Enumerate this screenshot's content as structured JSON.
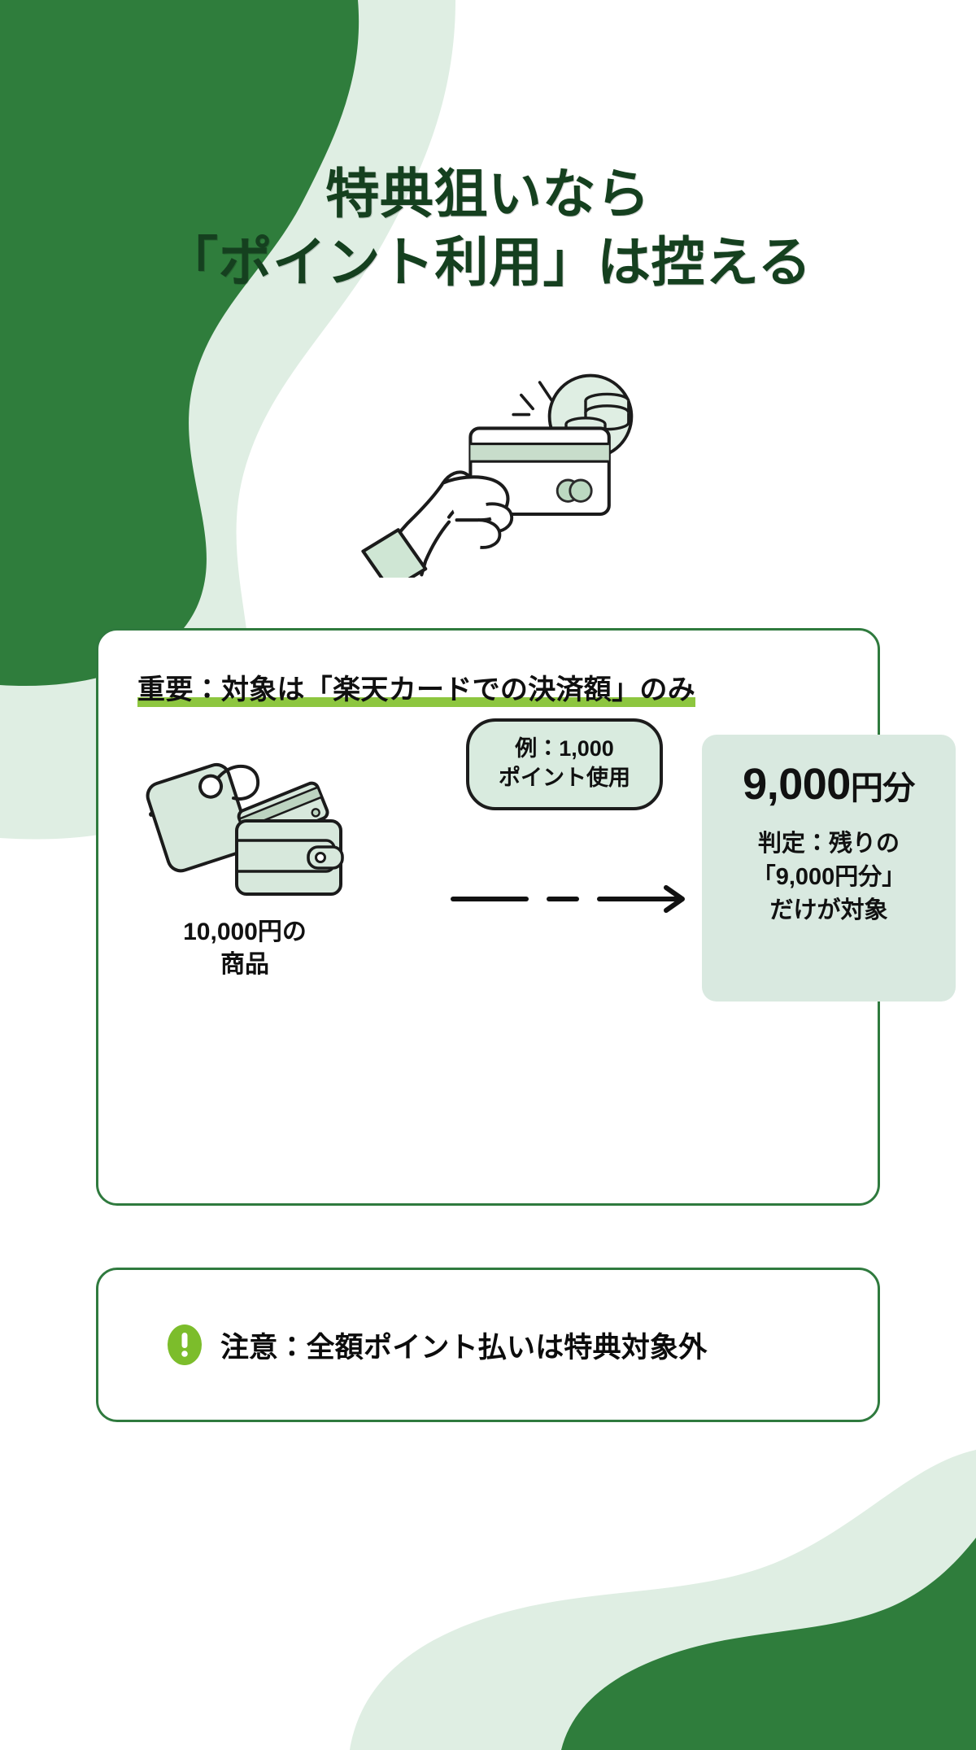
{
  "theme": {
    "dark_green": "#2f7d3c",
    "pale_green": "#dfeee3",
    "mint": "#d9e9e0",
    "highlight_green": "#8dc63f",
    "title_green": "#15401f",
    "ink": "#111111"
  },
  "title": {
    "line1": "特典狙いなら",
    "line2": "「ポイント利用」は控える"
  },
  "hero": {
    "icon": "hand-holding-credit-card-with-coins-icon"
  },
  "main_card": {
    "heading_prefix": "重要：",
    "heading_highlight": "対象は「楽天カードでの決済額」のみ",
    "heading_full": "重要：対象は「楽天カードでの決済額」のみ",
    "left": {
      "icon": "price-tag-and-wallet-icon",
      "caption_line1": "10,000円の",
      "caption_line2": "商品"
    },
    "bubble": {
      "line1": "例：1,000",
      "line2": "ポイント使用"
    },
    "arrow": {
      "icon": "dashed-right-arrow-icon"
    },
    "result": {
      "amount": "9,000",
      "unit": "円分",
      "note_line1": "判定：残りの",
      "note_line2": "「9,000円分」",
      "note_line3": "だけが対象"
    }
  },
  "warning_card": {
    "icon": "exclamation-circle-icon",
    "text": "注意：全額ポイント払いは特典対象外"
  }
}
